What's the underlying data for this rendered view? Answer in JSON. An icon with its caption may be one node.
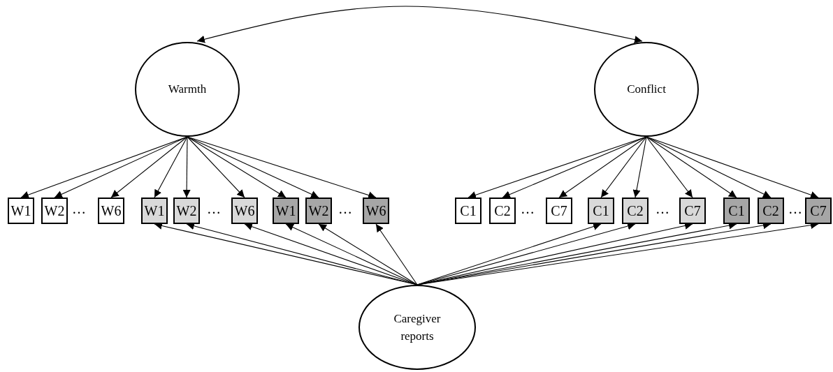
{
  "diagram": {
    "nodes": [
      {
        "text": [
          "Warmth"
        ]
      },
      {
        "text": [
          "Conflict"
        ]
      },
      {
        "text": [
          "Caregiver reports"
        ]
      },
      {
        "text": [
          "W1"
        ]
      },
      {
        "text": [
          "W2"
        ]
      },
      {
        "text": [
          "W6"
        ]
      },
      {
        "text": [
          "W1"
        ]
      },
      {
        "text": [
          "W2"
        ]
      },
      {
        "text": [
          "W6"
        ]
      },
      {
        "text": [
          "W1"
        ]
      },
      {
        "text": [
          "W2"
        ]
      },
      {
        "text": [
          "W6"
        ]
      },
      {
        "text": [
          "C1"
        ]
      },
      {
        "text": [
          "C2"
        ]
      },
      {
        "text": [
          "C7"
        ]
      },
      {
        "text": [
          "C1"
        ]
      },
      {
        "text": [
          "C2"
        ]
      },
      {
        "text": [
          "C7"
        ]
      },
      {
        "text": [
          "C1"
        ]
      },
      {
        "text": [
          "C2"
        ]
      },
      {
        "text": [
          "C7"
        ]
      }
    ],
    "edges": [
      {
        "from": 0,
        "to": 1,
        "arrow": "both"
      },
      {
        "from": 0,
        "to": 3,
        "arrow": "to"
      },
      {
        "from": 0,
        "to": 4,
        "arrow": "to"
      },
      {
        "from": 0,
        "to": 5,
        "arrow": "to"
      },
      {
        "from": 0,
        "to": 6,
        "arrow": "to"
      },
      {
        "from": 0,
        "to": 7,
        "arrow": "to"
      },
      {
        "from": 0,
        "to": 8,
        "arrow": "to"
      },
      {
        "from": 0,
        "to": 9,
        "arrow": "to"
      },
      {
        "from": 0,
        "to": 10,
        "arrow": "to"
      },
      {
        "from": 0,
        "to": 11,
        "arrow": "to"
      },
      {
        "from": 1,
        "to": 12,
        "arrow": "to"
      },
      {
        "from": 1,
        "to": 13,
        "arrow": "to"
      },
      {
        "from": 1,
        "to": 14,
        "arrow": "to"
      },
      {
        "from": 1,
        "to": 15,
        "arrow": "to"
      },
      {
        "from": 1,
        "to": 16,
        "arrow": "to"
      },
      {
        "from": 1,
        "to": 17,
        "arrow": "to"
      },
      {
        "from": 1,
        "to": 18,
        "arrow": "to"
      },
      {
        "from": 1,
        "to": 19,
        "arrow": "to"
      },
      {
        "from": 1,
        "to": 20,
        "arrow": "to"
      },
      {
        "from": 2,
        "to": 6,
        "arrow": "to"
      },
      {
        "from": 2,
        "to": 7,
        "arrow": "to"
      },
      {
        "from": 2,
        "to": 8,
        "arrow": "to"
      },
      {
        "from": 2,
        "to": 9,
        "arrow": "to"
      },
      {
        "from": 2,
        "to": 10,
        "arrow": "to"
      },
      {
        "from": 2,
        "to": 11,
        "arrow": "to"
      },
      {
        "from": 2,
        "to": 15,
        "arrow": "to"
      },
      {
        "from": 2,
        "to": 16,
        "arrow": "to"
      },
      {
        "from": 2,
        "to": 17,
        "arrow": "to"
      },
      {
        "from": 2,
        "to": 18,
        "arrow": "to"
      },
      {
        "from": 2,
        "to": 19,
        "arrow": "to"
      },
      {
        "from": 2,
        "to": 20,
        "arrow": "to"
      }
    ],
    "labels": [
      "…",
      "…",
      "…",
      "…",
      "…",
      "…"
    ]
  }
}
